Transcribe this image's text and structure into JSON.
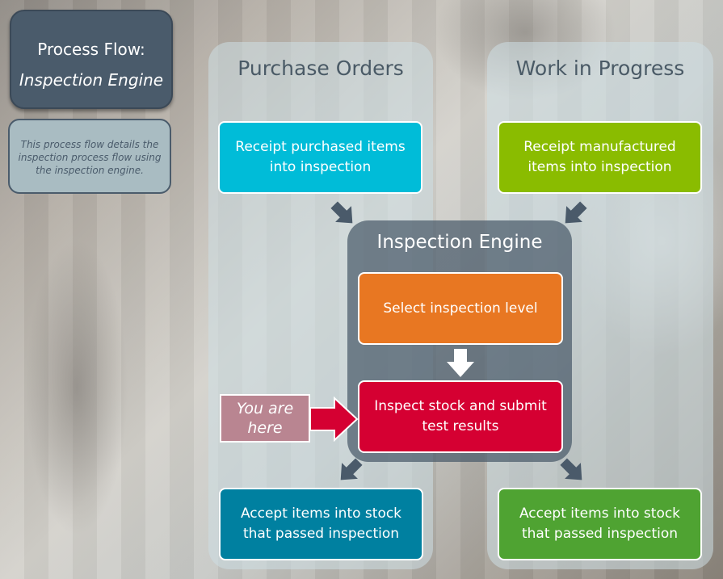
{
  "title_box": {
    "line1": "Process Flow:",
    "line2": "Inspection Engine"
  },
  "description": "This process flow details the inspection process flow using the inspection engine.",
  "columns": [
    {
      "heading": "Purchase Orders",
      "start": "Receipt purchased items into inspection",
      "end": "Accept items into stock that passed inspection"
    },
    {
      "heading": "Work in Progress",
      "start": "Receipt manufactured items into inspection",
      "end": "Accept items into stock that passed inspection"
    }
  ],
  "engine": {
    "heading": "Inspection Engine",
    "steps": [
      "Select inspection level",
      "Inspect stock and submit test results"
    ]
  },
  "marker": "You are here",
  "colors": {
    "po_start": "#00bcd8",
    "wip_start": "#8abc00",
    "select": "#e87722",
    "inspect": "#d50032",
    "po_end": "#0080a0",
    "wip_end": "#4fa332",
    "arrow": "#4a5a6a"
  }
}
